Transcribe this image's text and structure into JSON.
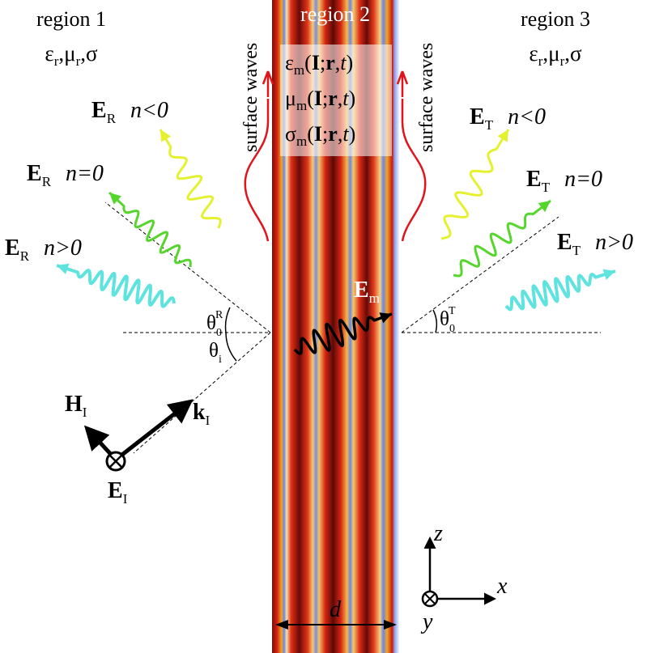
{
  "colors": {
    "background": "#ffffff",
    "reflected_negative": "#e5f02e",
    "reflected_zero": "#56d62c",
    "reflected_positive": "#5fe3df",
    "transmitted_negative": "#e5f02e",
    "transmitted_zero": "#56d62c",
    "transmitted_positive": "#5fe3df",
    "surface_wave": "#e0141a",
    "internal_wave": "#000000",
    "slab_stripes": [
      "#5a0a0a",
      "#d42312",
      "#f0a020",
      "#f4e0a0",
      "#6b87e8",
      "#eef2ff"
    ]
  },
  "regions": {
    "r1": {
      "name": "region 1",
      "params": "εr,μr,σ"
    },
    "r2": {
      "name": "region 2"
    },
    "r3": {
      "name": "region 3",
      "params": "εr,μr,σ"
    }
  },
  "slab_params": {
    "eps": {
      "sym": "ε",
      "sub": "m",
      "arg1": "I",
      "sep": ";",
      "arg2": "r",
      "comma": ",",
      "arg3": "t"
    },
    "mu": {
      "sym": "μ",
      "sub": "m",
      "arg1": "I",
      "sep": ";",
      "arg2": "r",
      "comma": ",",
      "arg3": "t"
    },
    "sigma": {
      "sym": "σ",
      "sub": "m",
      "arg1": "I",
      "sep": ";",
      "arg2": "r",
      "comma": ",",
      "arg3": "t"
    }
  },
  "surface_waves": {
    "label": "surface waves"
  },
  "waves": {
    "reflected": [
      {
        "field": "E",
        "sub": "R",
        "cond": "n<0",
        "color_key": "reflected_negative"
      },
      {
        "field": "E",
        "sub": "R",
        "cond": "n=0",
        "color_key": "reflected_zero"
      },
      {
        "field": "E",
        "sub": "R",
        "cond": "n>0",
        "color_key": "reflected_positive"
      }
    ],
    "transmitted": [
      {
        "field": "E",
        "sub": "T",
        "cond": "n<0",
        "color_key": "transmitted_negative"
      },
      {
        "field": "E",
        "sub": "T",
        "cond": "n=0",
        "color_key": "transmitted_zero"
      },
      {
        "field": "E",
        "sub": "T",
        "cond": "n>0",
        "color_key": "transmitted_positive"
      }
    ],
    "internal": {
      "field": "E",
      "sub": "m"
    }
  },
  "angles": {
    "reflect": {
      "sym": "θ",
      "sub": "0",
      "sup": "R"
    },
    "incident": {
      "sym": "θ",
      "sub": "i"
    },
    "transmit": {
      "sym": "θ",
      "sub": "0",
      "sup": "T"
    }
  },
  "incident": {
    "h": {
      "field": "H",
      "sub": "I"
    },
    "k": {
      "field": "k",
      "sub": "I"
    },
    "e": {
      "field": "E",
      "sub": "I"
    }
  },
  "axes": {
    "z": "z",
    "x": "x",
    "y": "y"
  },
  "thickness": {
    "label": "d"
  }
}
